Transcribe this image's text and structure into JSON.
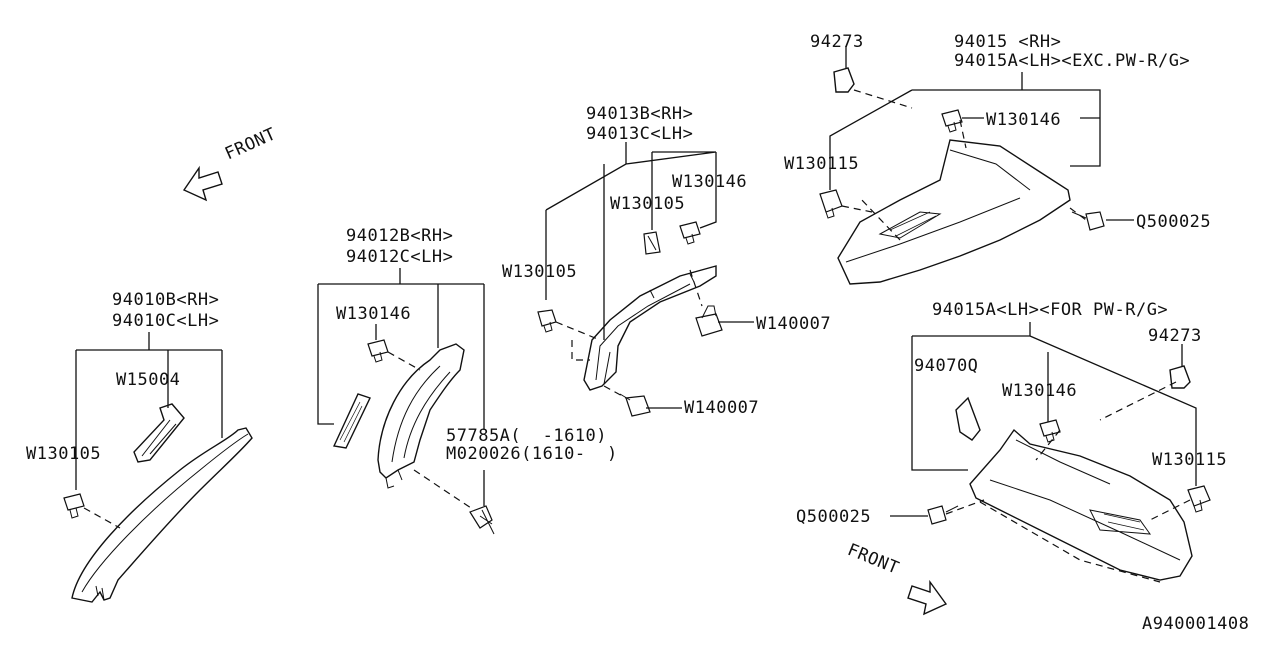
{
  "labels": {
    "front_left": "FRONT",
    "front_right": "FRONT",
    "p94010b": "94010B<RH>",
    "p94010c": "94010C<LH>",
    "w15004": "W15004",
    "w130105_a": "W130105",
    "p94012b": "94012B<RH>",
    "p94012c": "94012C<LH>",
    "w130146_a": "W130146",
    "p57785a": "57785A(  -1610)",
    "m020026": "M020026(1610-  )",
    "p94013b": "94013B<RH>",
    "p94013c": "94013C<LH>",
    "w130146_b": "W130146",
    "w130105_b": "W130105",
    "w130105_c": "W130105",
    "w140007_a": "W140007",
    "w140007_b": "W140007",
    "p94273_a": "94273",
    "p94015": "94015 <RH>",
    "p94015a_exc": "94015A<LH><EXC.PW-R/G>",
    "w130146_c": "W130146",
    "w130115_a": "W130115",
    "q500025_a": "Q500025",
    "p94015a_for": "94015A<LH><FOR PW-R/G>",
    "p94273_b": "94273",
    "p94070q": "94070Q",
    "w130146_d": "W130146",
    "w130115_b": "W130115",
    "q500025_b": "Q500025",
    "diagram_id": "A940001408"
  }
}
